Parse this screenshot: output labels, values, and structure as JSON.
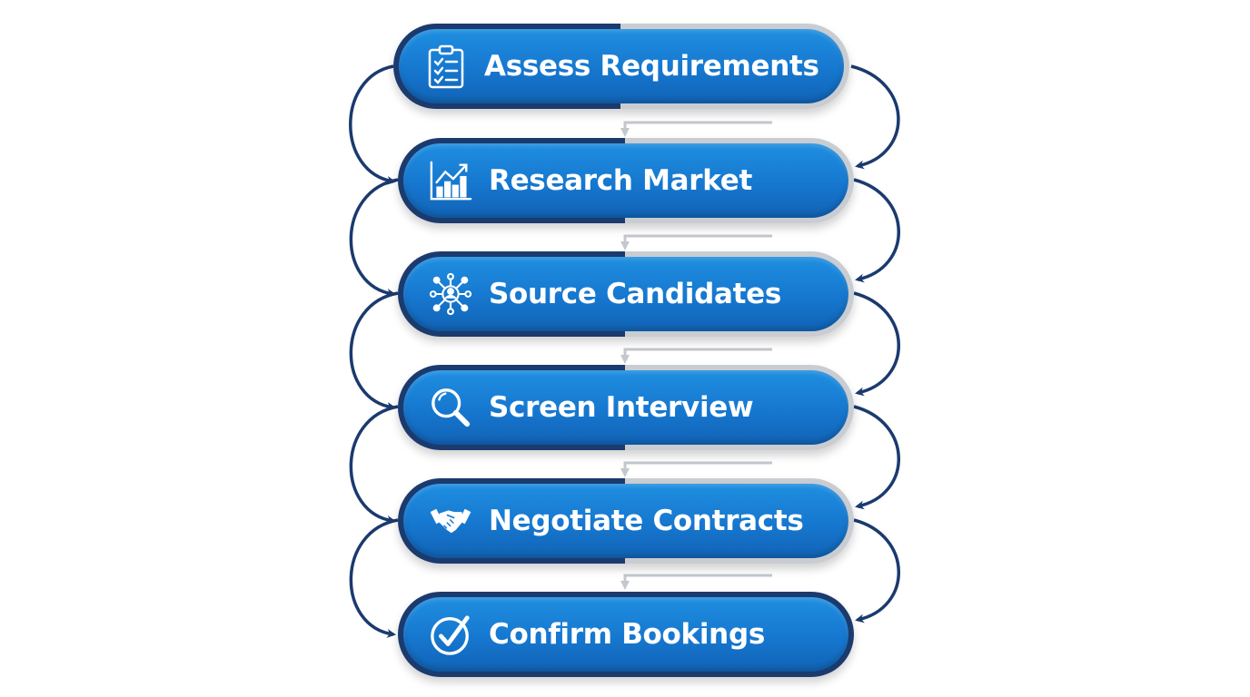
{
  "diagram": {
    "type": "vertical-process-flow",
    "steps": [
      {
        "label": "Assess Requirements",
        "icon": "clipboard-checklist-icon"
      },
      {
        "label": "Research Market",
        "icon": "bar-chart-trend-icon"
      },
      {
        "label": "Source Candidates",
        "icon": "network-person-icon"
      },
      {
        "label": "Screen Interview",
        "icon": "magnifier-icon"
      },
      {
        "label": "Negotiate Contracts",
        "icon": "handshake-icon"
      },
      {
        "label": "Confirm Bookings",
        "icon": "check-circle-icon"
      }
    ],
    "colors": {
      "pill_fill": "#1677cf",
      "pill_border_dark": "#1b3a6e",
      "pill_border_light": "#c9ccd1",
      "connector": "#1b3a6e",
      "small_arrow": "#c4c7cc",
      "text": "#ffffff"
    }
  }
}
